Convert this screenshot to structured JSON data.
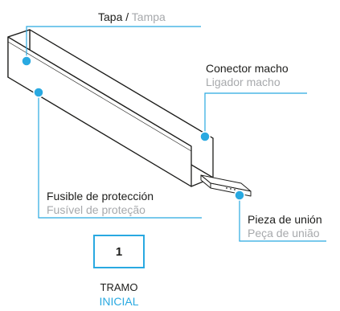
{
  "labels": {
    "tapa": {
      "es": "Tapa",
      "sep": " / ",
      "pt": "Tampa"
    },
    "conector": {
      "es": "Conector macho",
      "pt": "Ligador macho"
    },
    "fusible": {
      "es": "Fusible de protección",
      "pt": "Fusível de proteção"
    },
    "pieza": {
      "es": "Pieza de unión",
      "pt": "Peça de união"
    }
  },
  "section": {
    "number": "1",
    "line1": "TRAMO",
    "line2": "INICIAL"
  },
  "colors": {
    "accent": "#29a9e1",
    "outline": "#1d1d1b",
    "secondary_text": "#a7a9ac"
  },
  "icons": [
    "callout-dot"
  ]
}
